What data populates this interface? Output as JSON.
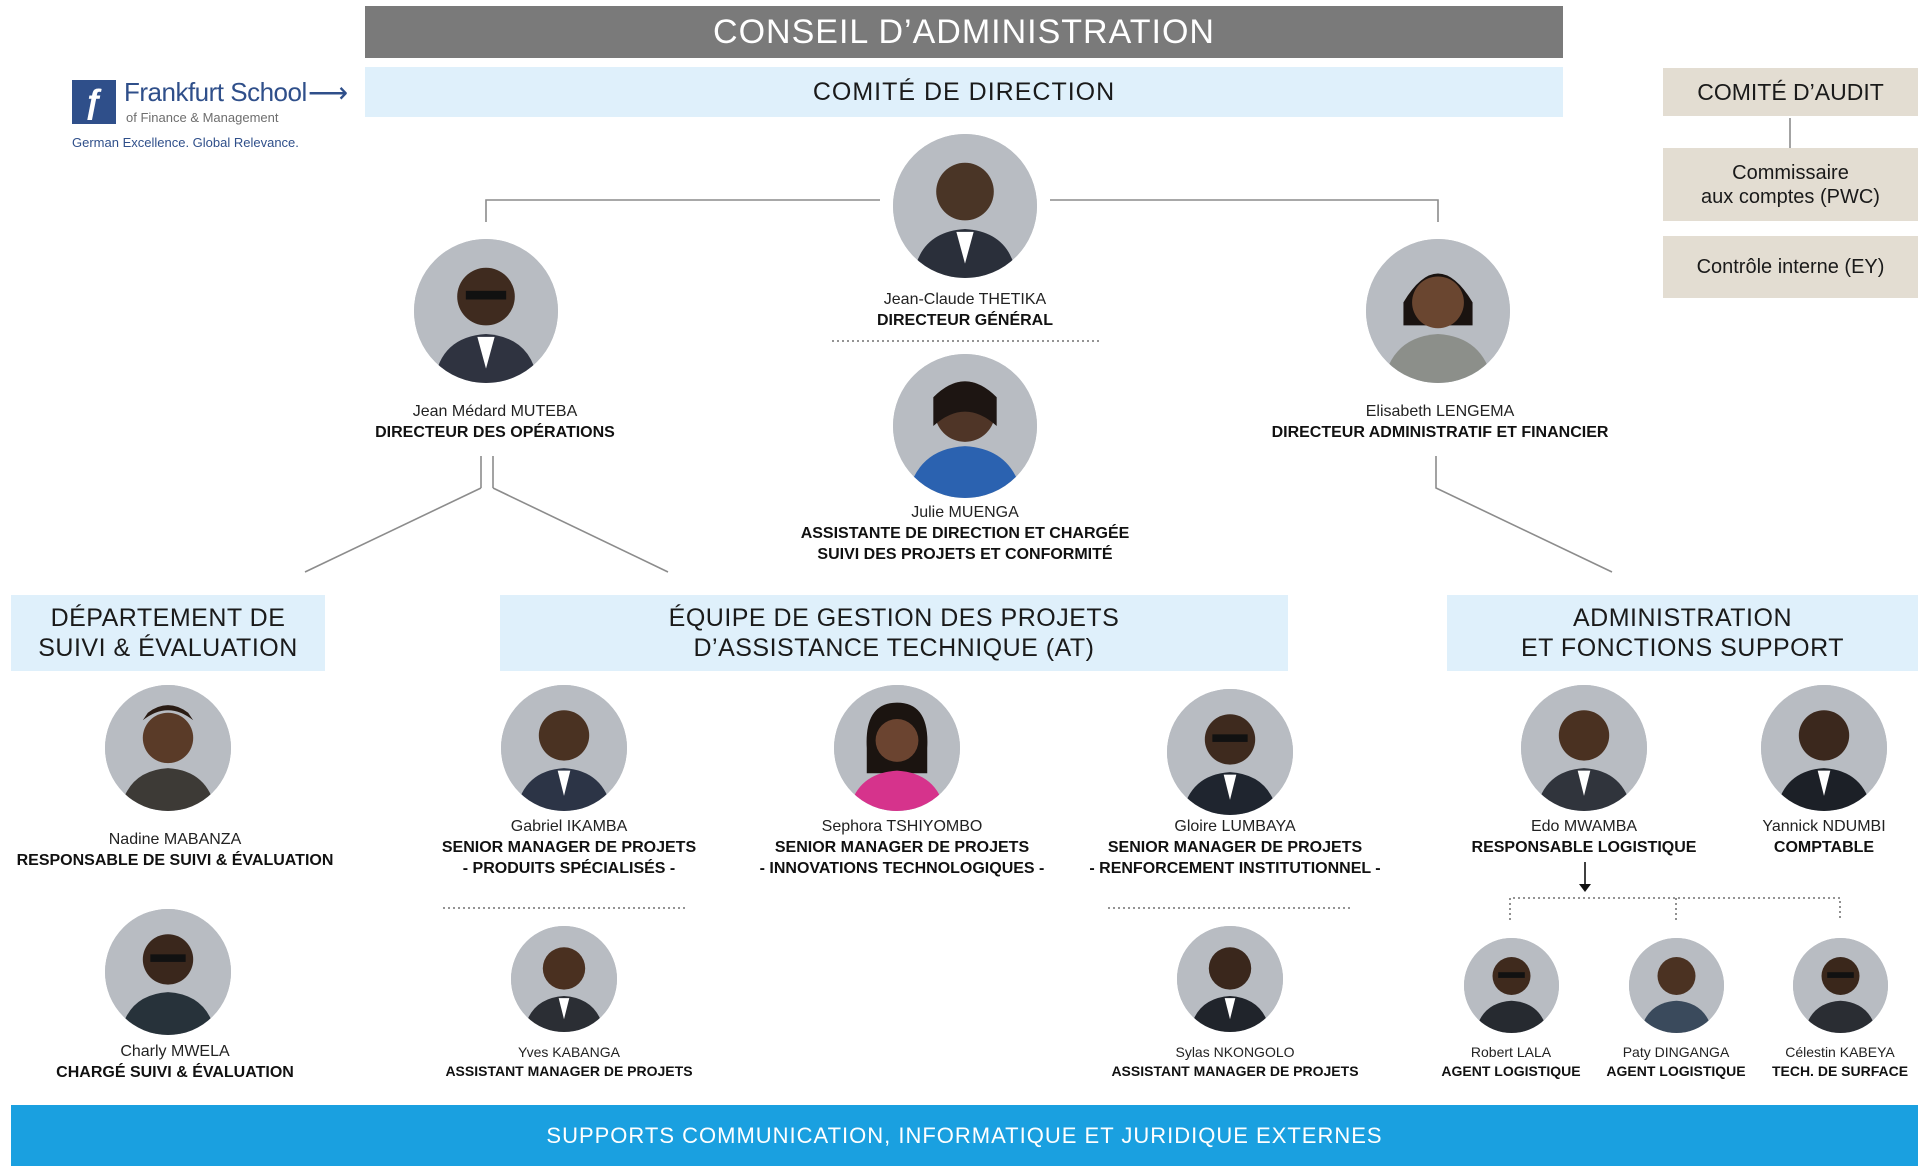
{
  "board": "CONSEIL D’ADMINISTRATION",
  "committee": "COMITÉ DE DIRECTION",
  "logo": {
    "name": "Frankfurt School",
    "subtitle": "of Finance & Management",
    "tagline": "German Excellence. Global Relevance."
  },
  "audit": {
    "title": "COMITÉ D’AUDIT",
    "items": [
      "Commissaire\naux comptes (PWC)",
      "Contrôle interne (EY)"
    ]
  },
  "colors": {
    "board": "#7a7a7a",
    "light_blue": "#dff0fb",
    "audit": "#e3ddd2",
    "footer": "#1aa0e0",
    "logo_blue": "#2f4f8a"
  },
  "icons": {
    "logo": "frankfurt-school-logo-icon",
    "arrow": "arrow-right-icon",
    "photo": "person-photo"
  },
  "people": {
    "dg": {
      "name": "Jean-Claude THETIKA",
      "title": "DIRECTEUR GÉNÉRAL"
    },
    "do": {
      "name": "Jean Médard MUTEBA",
      "title": "DIRECTEUR DES OPÉRATIONS"
    },
    "daf": {
      "name": "Elisabeth LENGEMA",
      "title": "DIRECTEUR ADMINISTRATIF ET FINANCIER"
    },
    "assist": {
      "name": "Julie MUENGA",
      "title1": "ASSISTANTE DE DIRECTION ET CHARGÉE",
      "title2": "SUIVI DES PROJETS ET CONFORMITÉ"
    },
    "nadine": {
      "name": "Nadine MABANZA",
      "title": "RESPONSABLE DE SUIVI & ÉVALUATION"
    },
    "charly": {
      "name": "Charly MWELA",
      "title": "CHARGÉ SUIVI & ÉVALUATION"
    },
    "gabriel": {
      "name": "Gabriel IKAMBA",
      "title1": "SENIOR MANAGER DE PROJETS",
      "title2": "- PRODUITS SPÉCIALISÉS -"
    },
    "sephora": {
      "name": "Sephora TSHIYOMBO",
      "title1": "SENIOR MANAGER DE PROJETS",
      "title2": "- INNOVATIONS TECHNOLOGIQUES -"
    },
    "gloire": {
      "name": "Gloire LUMBAYA",
      "title1": "SENIOR MANAGER DE PROJETS",
      "title2": "- RENFORCEMENT INSTITUTIONNEL -"
    },
    "yves": {
      "name": "Yves KABANGA",
      "title": "ASSISTANT MANAGER DE PROJETS"
    },
    "sylas": {
      "name": "Sylas NKONGOLO",
      "title": "ASSISTANT MANAGER DE PROJETS"
    },
    "edo": {
      "name": "Edo MWAMBA",
      "title": "RESPONSABLE LOGISTIQUE"
    },
    "yannick": {
      "name": "Yannick NDUMBI",
      "title": "COMPTABLE"
    },
    "robert": {
      "name": "Robert LALA",
      "title": "AGENT LOGISTIQUE"
    },
    "paty": {
      "name": "Paty DINGANGA",
      "title": "AGENT LOGISTIQUE"
    },
    "celestin": {
      "name": "Célestin KABEYA",
      "title": "TECH. DE SURFACE"
    }
  },
  "departments": {
    "se": [
      "DÉPARTEMENT DE",
      "SUIVI & ÉVALUATION"
    ],
    "at": [
      "ÉQUIPE DE GESTION DES PROJETS",
      "D’ASSISTANCE TECHNIQUE (AT)"
    ],
    "admin": [
      "ADMINISTRATION",
      "ET FONCTIONS SUPPORT"
    ]
  },
  "footer": "SUPPORTS COMMUNICATION, INFORMATIQUE ET JURIDIQUE EXTERNES"
}
